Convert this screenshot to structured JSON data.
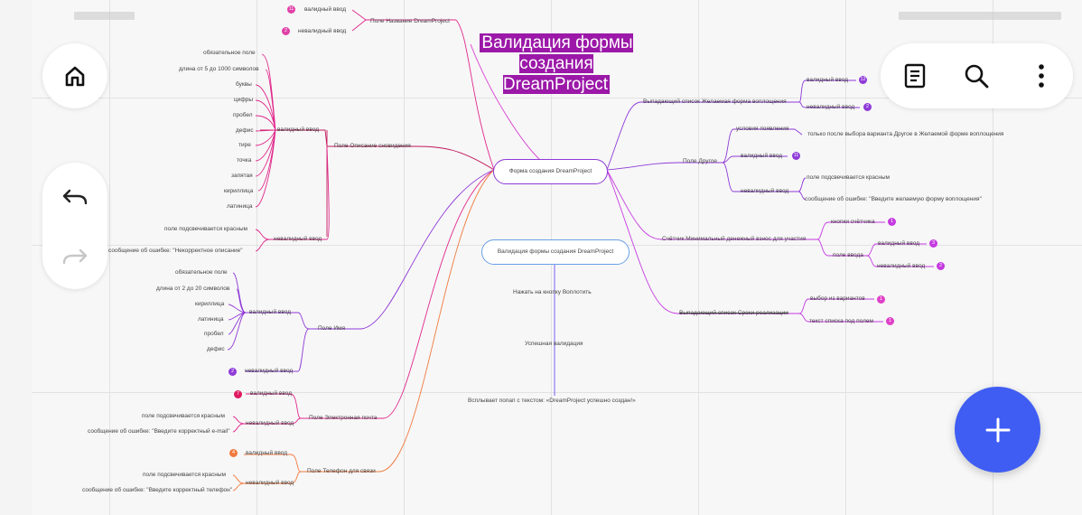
{
  "title": "Валидация формы создания DreamProject",
  "colors": {
    "accent": "#3f5df3",
    "title_bg": "#9b18a8",
    "pink": "#e0288c",
    "purple": "#8f3ad8",
    "magenta": "#c53ae0",
    "orange": "#f07a3e"
  },
  "toolbar": {
    "home": "home-icon",
    "undo": "undo-icon",
    "redo": "redo-icon",
    "notes": "notes-icon",
    "search": "search-icon",
    "menu": "more-vertical-icon",
    "add": "plus-icon"
  },
  "nodes": {
    "center": "Форма создания DreamProject",
    "validation_box": "Валидация формы создания DreamProject",
    "step_click": "Нажать на кнопку Воплотить",
    "step_success": "Успешная валидация",
    "step_popup": "Всплывает попап с текстом: «DreamProject успешно создан!»",
    "name_field": "Поле Название DreamProject",
    "valid_input": "валидный ввод",
    "invalid_input": "невалидный ввод",
    "description_field": "Поле Описание сновидения",
    "desc_valid_items": [
      "обязательное поле",
      "длина от 5 до 1000 символов",
      "буквы",
      "цифры",
      "пробел",
      "дефис",
      "тире",
      "точка",
      "запятая",
      "кириллица",
      "латиница"
    ],
    "field_red": "поле подсвечивается красным",
    "desc_error": "сообщение об ошибке: \"Некорректное описание\"",
    "person_name_field": "Поле Имя",
    "person_valid_items": [
      "обязательное поле",
      "длина от 2 до 20 символов",
      "кириллица",
      "латиница",
      "пробел",
      "дефис"
    ],
    "email_field": "Поле Электронная почта",
    "email_error": "сообщение об ошибке: \"Введите корректный e-mail\"",
    "phone_field": "Поле Телефон для связи",
    "phone_error": "сообщение об ошибке: \"Введите корректный телефон\"",
    "dropdown_form": "Выпадающий список Желаемая форма воплощения",
    "other_field": "Поле Другое",
    "appearance": "условия появления",
    "appearance_detail": "только после выбора варианта Другое в Желаемой форме воплощения",
    "other_error": "сообщение об ошибке: \"Введите желаемую форму воплощения\"",
    "counter": "Счётчик Минимальный денежный взнос для участия",
    "counter_buttons": "кнопки счётчика",
    "input_field": "поле ввода",
    "dropdown_terms": "Выпадающий список Сроки реализации",
    "choose_option": "выбор из вариантов",
    "under_field_text": "текст списка под полем"
  },
  "badges": {
    "name_valid": "11",
    "name_invalid": "2",
    "person_invalid": "2",
    "email_valid": "7",
    "phone_valid": "4",
    "form_valid": "12",
    "form_invalid": "2",
    "other_valid": "11",
    "counter_buttons": "1",
    "counter_valid": "3",
    "counter_invalid": "2",
    "terms_choose": "1",
    "terms_text": "1"
  }
}
